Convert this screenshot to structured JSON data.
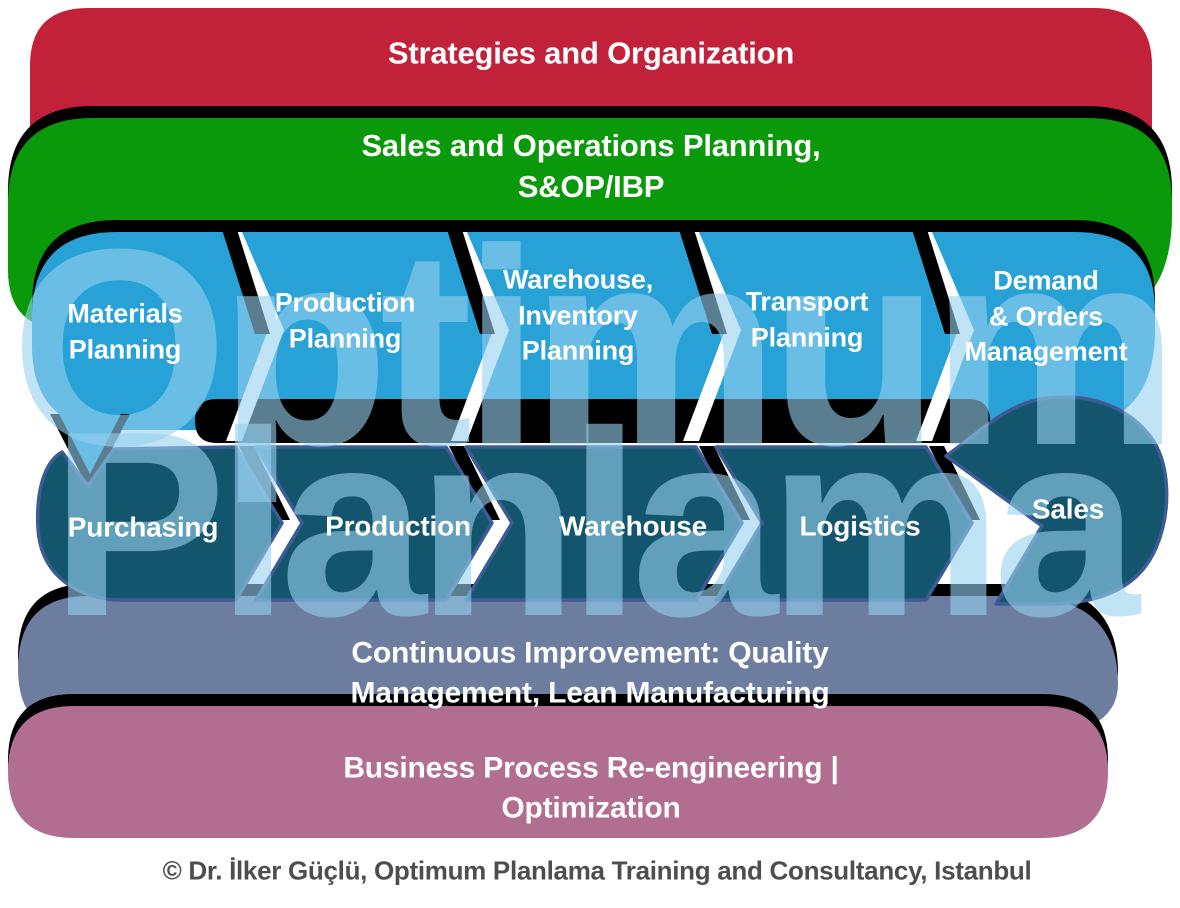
{
  "bands": {
    "strategies": {
      "label": "Strategies and Organization",
      "color": "#C2213A"
    },
    "sandop": {
      "label": "Sales and Operations Planning, S&OP/IBP",
      "color": "#0A990A"
    },
    "planning": {
      "color": "#28A2D6",
      "items": [
        {
          "label": "Materials\nPlanning"
        },
        {
          "label": "Production\nPlanning"
        },
        {
          "label": "Warehouse,\nInventory\nPlanning"
        },
        {
          "label": "Transport\nPlanning"
        },
        {
          "label": "Demand\n& Orders\nManagement"
        }
      ]
    },
    "execution": {
      "color": "#14556E",
      "outline_color": "#3D5C95",
      "items": [
        {
          "label": "Purchasing"
        },
        {
          "label": "Production"
        },
        {
          "label": "Warehouse"
        },
        {
          "label": "Logistics"
        },
        {
          "label": "Sales"
        }
      ]
    },
    "continuous_improvement": {
      "label": "Continuous Improvement: Quality Management, Lean Manufacturing",
      "color": "#6C7DA0"
    },
    "bpr": {
      "label": "Business Process Re-engineering   |   Optimization",
      "color": "#B26E91"
    }
  },
  "watermark": {
    "line1": "Optimum",
    "line2": "Planlama",
    "color": "#96D0EE"
  },
  "connector_color": "#000000",
  "footer": {
    "copyright": "© Dr. İlker Güçlü, Optimum Planlama Training and Consultancy, Istanbul",
    "color": "#4E4E4E"
  }
}
